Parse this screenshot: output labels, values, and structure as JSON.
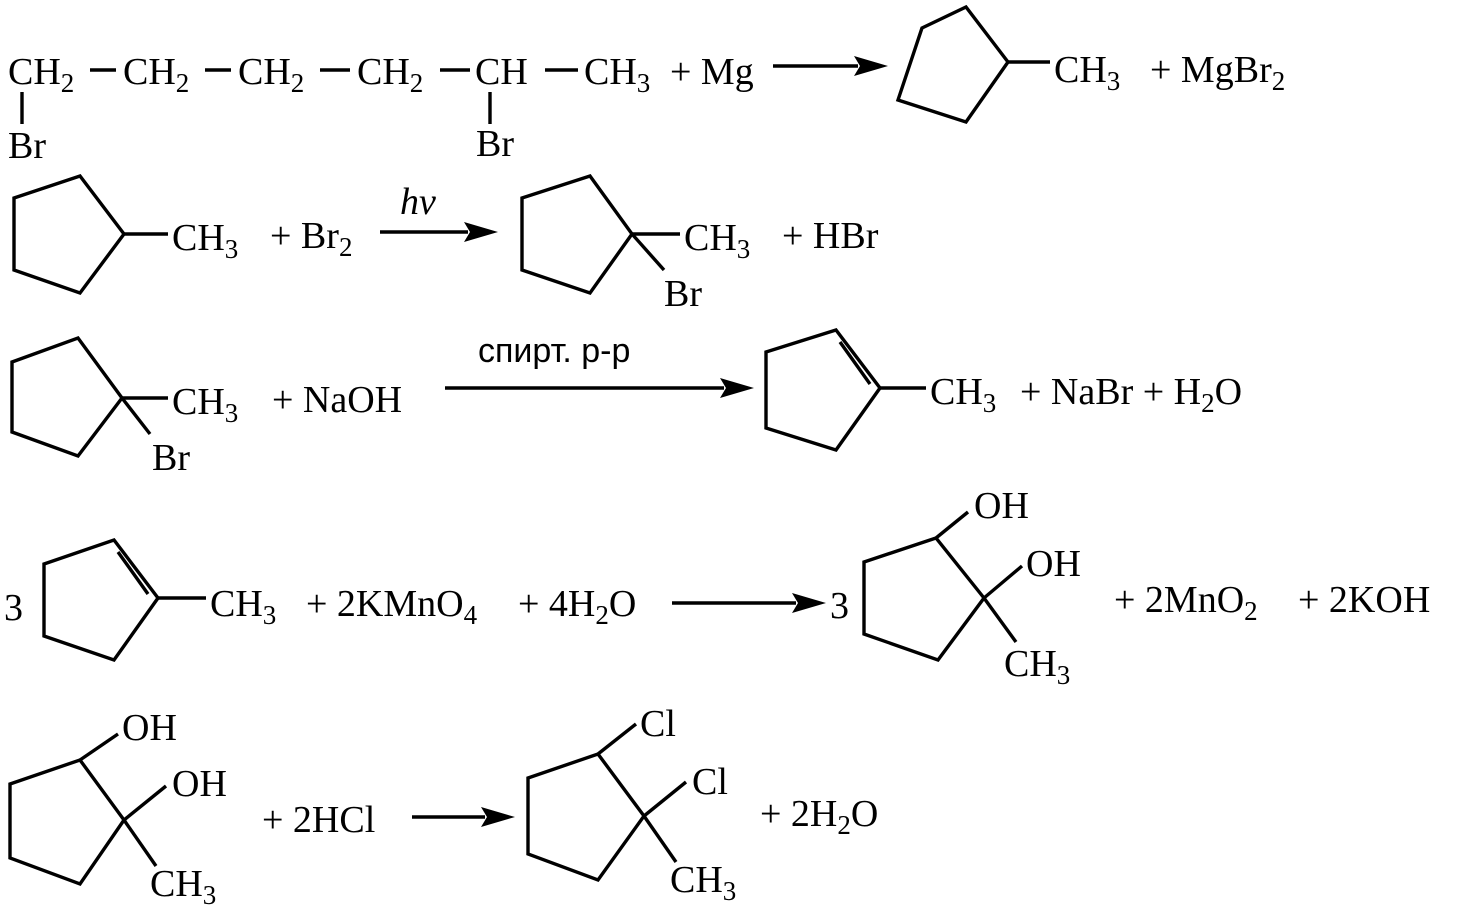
{
  "reactions": [
    {
      "id": "r1",
      "reactant": {
        "groups": [
          "CH",
          "CH",
          "CH",
          "CH",
          "CH",
          "CH"
        ],
        "group_subs": [
          "2",
          "2",
          "2",
          "2",
          "",
          "3"
        ],
        "br_left": "Br",
        "br_mid": "Br"
      },
      "plus_mg": "+ Mg",
      "product_ch": "CH",
      "product_ch_sub": "3",
      "byproduct": "+ MgBr",
      "byproduct_sub": "2"
    },
    {
      "id": "r2",
      "reactant_ch": "CH",
      "reactant_ch_sub": "3",
      "reagent": "+ Br",
      "reagent_sub": "2",
      "condition": "hv",
      "product_ch": "CH",
      "product_ch_sub": "3",
      "product_br": "Br",
      "byproduct": "+ HBr"
    },
    {
      "id": "r3",
      "reactant_ch": "CH",
      "reactant_ch_sub": "3",
      "reactant_br": "Br",
      "reagent": "+ NaOH",
      "condition": "спирт. р-р",
      "product_ch": "CH",
      "product_ch_sub": "3",
      "byproduct_a": "+ NaBr + H",
      "byproduct_a_sub": "2",
      "byproduct_a_end": "O"
    },
    {
      "id": "r4",
      "coef_left": "3",
      "reactant_ch": "CH",
      "reactant_ch_sub": "3",
      "reagent_a": "+ 2KMnO",
      "reagent_a_sub": "4",
      "reagent_b": "+ 4H",
      "reagent_b_sub": "2",
      "reagent_b_end": "O",
      "coef_right": "3",
      "product_oh1": "OH",
      "product_oh2": "OH",
      "product_ch": "CH",
      "product_ch_sub": "3",
      "byproduct_a": "+ 2MnO",
      "byproduct_a_sub": "2",
      "byproduct_b": "+ 2KOH"
    },
    {
      "id": "r5",
      "reactant_oh1": "OH",
      "reactant_oh2": "OH",
      "reactant_ch": "CH",
      "reactant_ch_sub": "3",
      "reagent": "+ 2HCl",
      "product_cl1": "Cl",
      "product_cl2": "Cl",
      "product_ch": "CH",
      "product_ch_sub": "3",
      "byproduct": "+ 2H",
      "byproduct_sub": "2",
      "byproduct_end": "O"
    }
  ]
}
